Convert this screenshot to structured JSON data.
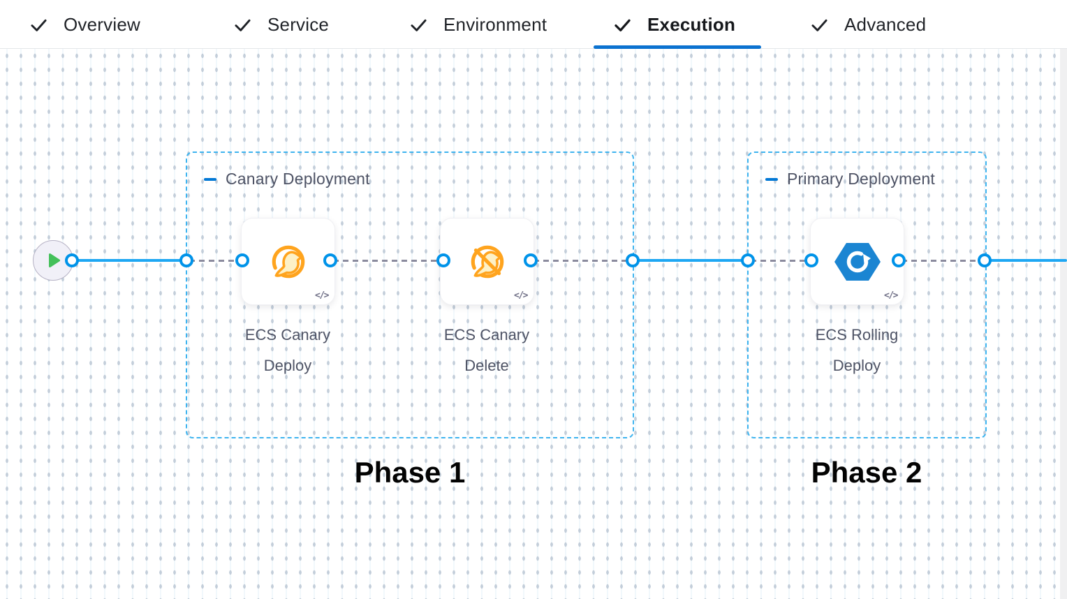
{
  "tabs": [
    {
      "label": "Overview",
      "state": "completed"
    },
    {
      "label": "Service",
      "state": "completed"
    },
    {
      "label": "Environment",
      "state": "completed"
    },
    {
      "label": "Execution",
      "state": "active"
    },
    {
      "label": "Advanced",
      "state": "completed"
    }
  ],
  "pipeline": {
    "start_node": {
      "icon": "play-icon"
    },
    "groups": [
      {
        "title": "Canary Deployment",
        "phase_label": "Phase 1",
        "steps": [
          {
            "name": "ECS Canary Deploy",
            "icon": "canary-bird-icon",
            "code_badge": "</>"
          },
          {
            "name": "ECS Canary Delete",
            "icon": "canary-bird-slash-icon",
            "code_badge": "</>"
          }
        ]
      },
      {
        "title": "Primary Deployment",
        "phase_label": "Phase 2",
        "steps": [
          {
            "name": "ECS Rolling Deploy",
            "icon": "ecs-hexagon-refresh-icon",
            "code_badge": "</>"
          }
        ]
      }
    ]
  },
  "colors": {
    "accent_blue": "#0278d5",
    "connector_ring_blue": "#0093e9",
    "flow_line_blue": "#1ea7f3",
    "dashed_connector_gray": "#8b8b9e",
    "group_border_blue": "#3eb4ef",
    "canary_orange": "#ffa41e",
    "canary_fill": "#fdf1c7",
    "ecs_blue": "#1b85d2",
    "play_green": "#44c05a",
    "text_dark": "#1f2227",
    "text_slate": "#4e5365"
  }
}
